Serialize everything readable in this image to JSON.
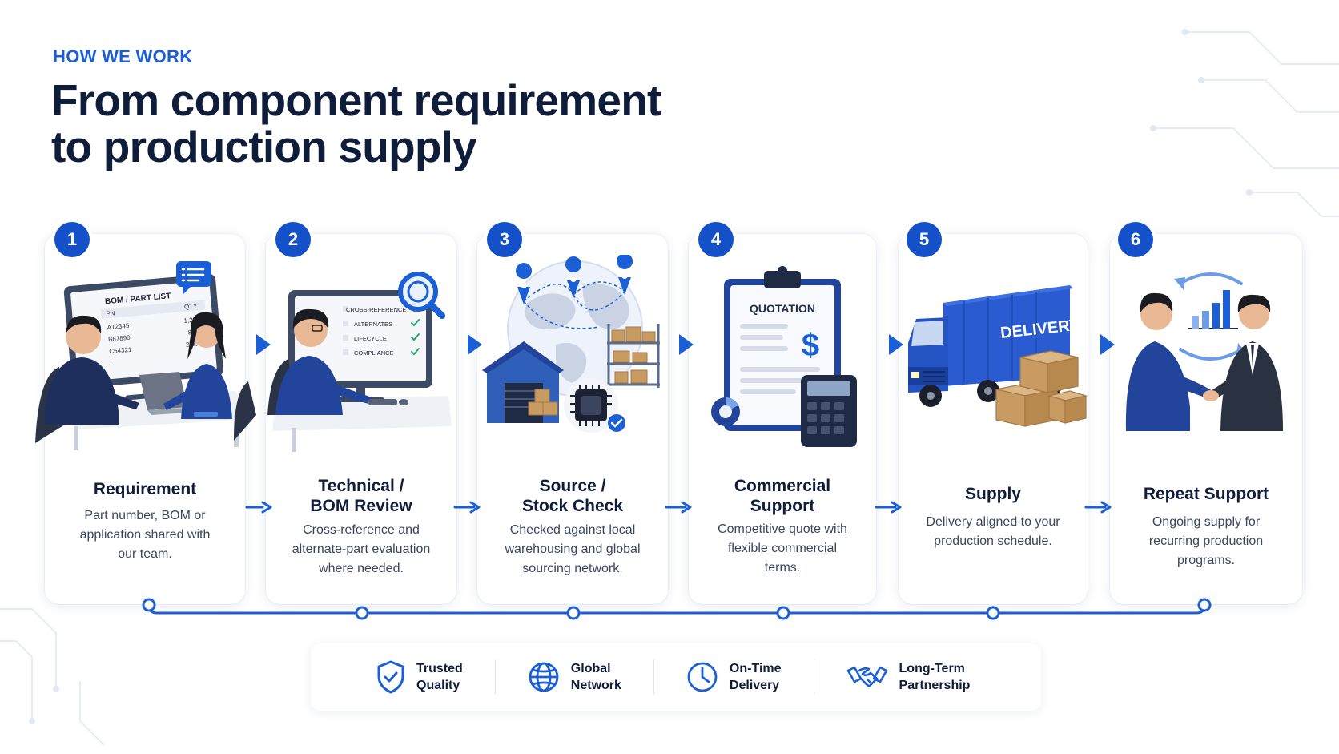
{
  "header": {
    "eyebrow": "HOW WE WORK",
    "title_line1": "From component requirement",
    "title_line2": "to production supply"
  },
  "steps": [
    {
      "number": "1",
      "title_lines": [
        "Requirement"
      ],
      "desc_lines": [
        "Part number, BOM or",
        "application shared with",
        "our team."
      ],
      "illustration": {
        "monitor_title": "BOM / PART LIST",
        "col_pn": "PN",
        "col_qty": "QTY",
        "rows": [
          {
            "pn": "A12345",
            "qty": "1,200"
          },
          {
            "pn": "B67890",
            "qty": "800"
          },
          {
            "pn": "C54321",
            "qty": "2,000"
          }
        ],
        "more": "..."
      }
    },
    {
      "number": "2",
      "title_lines": [
        "Technical /",
        "BOM Review"
      ],
      "desc_lines": [
        "Cross-reference and",
        "alternate-part evaluation",
        "where needed."
      ],
      "illustration": {
        "checklist": [
          "CROSS-REFERENCE",
          "ALTERNATES",
          "LIFECYCLE",
          "COMPLIANCE"
        ]
      }
    },
    {
      "number": "3",
      "title_lines": [
        "Source /",
        "Stock Check"
      ],
      "desc_lines": [
        "Checked against local",
        "warehousing and global",
        "sourcing network."
      ]
    },
    {
      "number": "4",
      "title_lines": [
        "Commercial",
        "Support"
      ],
      "desc_lines": [
        "Competitive quote with",
        "flexible commercial",
        "terms."
      ],
      "illustration": {
        "doc_title": "QUOTATION",
        "currency": "$"
      }
    },
    {
      "number": "5",
      "title_lines": [
        "Supply"
      ],
      "desc_lines": [
        "Delivery aligned to your",
        "production schedule."
      ],
      "illustration": {
        "truck_label": "DELIVERY"
      }
    },
    {
      "number": "6",
      "title_lines": [
        "Repeat Support"
      ],
      "desc_lines": [
        "Ongoing supply for",
        "recurring production",
        "programs."
      ]
    }
  ],
  "features": [
    {
      "icon": "shield-check-icon",
      "lines": [
        "Trusted",
        "Quality"
      ]
    },
    {
      "icon": "globe-icon",
      "lines": [
        "Global",
        "Network"
      ]
    },
    {
      "icon": "clock-icon",
      "lines": [
        "On-Time",
        "Delivery"
      ]
    },
    {
      "icon": "handshake-icon",
      "lines": [
        "Long-Term",
        "Partnership"
      ]
    }
  ],
  "colors": {
    "accent": "#1a5fd6",
    "badge": "#1450c8",
    "heading": "#0f1d3a",
    "body_text": "#3a4660"
  }
}
